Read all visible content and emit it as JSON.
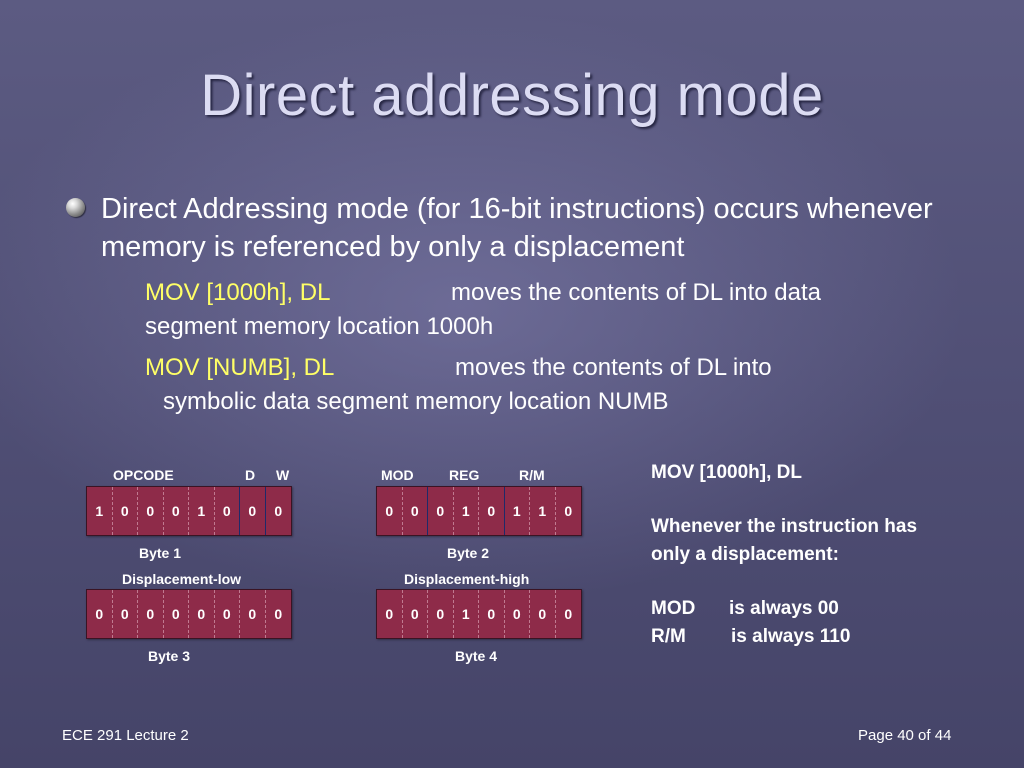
{
  "slide": {
    "title": "Direct addressing mode",
    "bullet": "Direct Addressing mode (for 16-bit instructions) occurs whenever memory is referenced by only a displacement",
    "examples": [
      {
        "instr": "MOV    [1000h], DL",
        "desc": "moves the contents of DL into data",
        "cont": "segment memory location 1000h"
      },
      {
        "instr": "MOV   [NUMB], DL",
        "desc": "moves the contents of DL into",
        "cont": "symbolic data segment memory location NUMB"
      }
    ]
  },
  "diagram": {
    "byte1": {
      "fields": [
        "OPCODE",
        "D",
        "W"
      ],
      "bits": [
        "1",
        "0",
        "0",
        "0",
        "1",
        "0",
        "0",
        "0"
      ],
      "caption": "Byte 1"
    },
    "byte2": {
      "fields": [
        "MOD",
        "REG",
        "R/M"
      ],
      "bits": [
        "0",
        "0",
        "0",
        "1",
        "0",
        "1",
        "1",
        "0"
      ],
      "caption": "Byte 2"
    },
    "byte3": {
      "header": "Displacement-low",
      "bits": [
        "0",
        "0",
        "0",
        "0",
        "0",
        "0",
        "0",
        "0"
      ],
      "caption": "Byte 3"
    },
    "byte4": {
      "header": "Displacement-high",
      "bits": [
        "0",
        "0",
        "0",
        "1",
        "0",
        "0",
        "0",
        "0"
      ],
      "caption": "Byte 4"
    }
  },
  "notes": {
    "instr": "MOV   [1000h], DL",
    "line1": "Whenever the instruction has",
    "line2": "only a displacement:",
    "mod_label": "MOD",
    "mod_value": "is  always 00",
    "rm_label": "R/M",
    "rm_value": "is  always 110"
  },
  "footer": {
    "left": "ECE 291 Lecture 2",
    "right": "Page 40 of 44"
  },
  "colors": {
    "background": "#55547b",
    "title": "#dcdcf3",
    "highlight": "#ffff66",
    "bit_box": "#8e2b49"
  }
}
